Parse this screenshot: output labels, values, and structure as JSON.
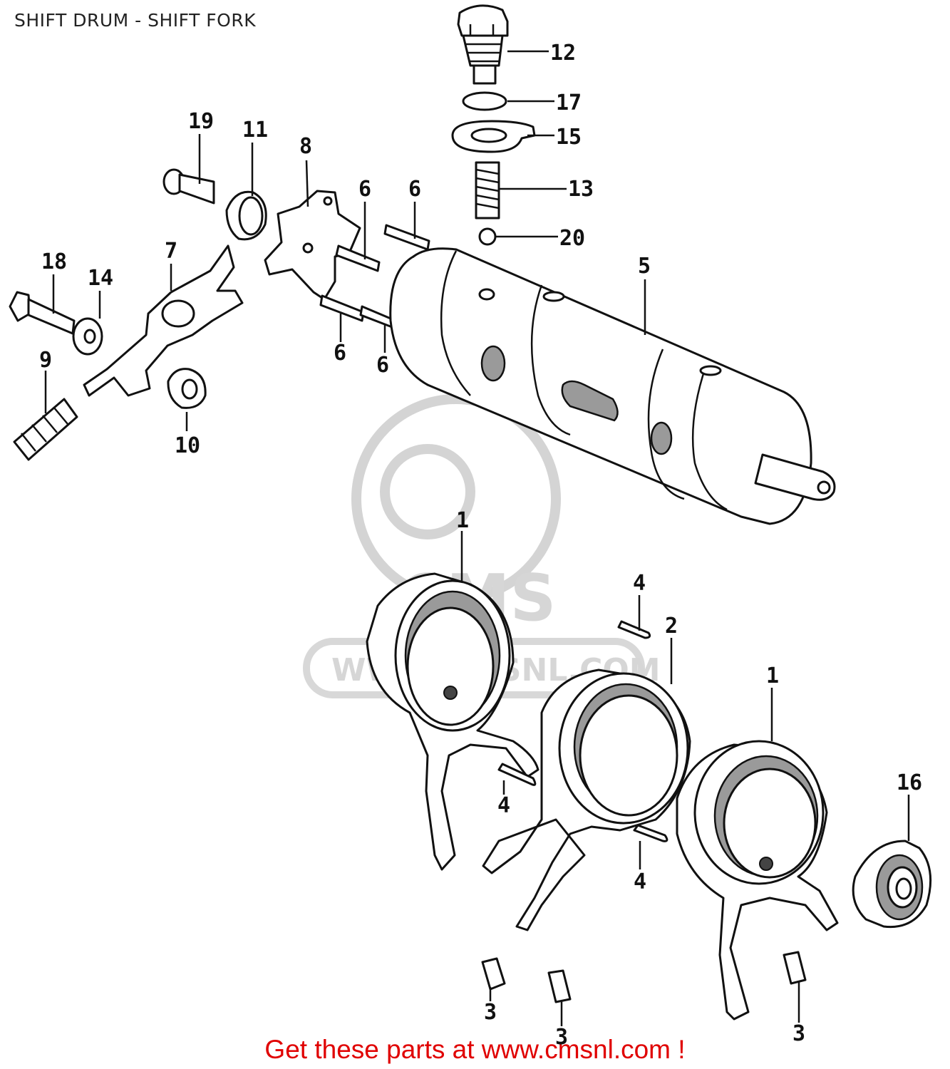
{
  "title": "SHIFT DRUM - SHIFT FORK",
  "callouts": [
    {
      "id": "c1a",
      "label": "1"
    },
    {
      "id": "c1b",
      "label": "1"
    },
    {
      "id": "c2",
      "label": "2"
    },
    {
      "id": "c3a",
      "label": "3"
    },
    {
      "id": "c3b",
      "label": "3"
    },
    {
      "id": "c3c",
      "label": "3"
    },
    {
      "id": "c4a",
      "label": "4"
    },
    {
      "id": "c4b",
      "label": "4"
    },
    {
      "id": "c4c",
      "label": "4"
    },
    {
      "id": "c5",
      "label": "5"
    },
    {
      "id": "c6a",
      "label": "6"
    },
    {
      "id": "c6b",
      "label": "6"
    },
    {
      "id": "c6c",
      "label": "6"
    },
    {
      "id": "c6d",
      "label": "6"
    },
    {
      "id": "c7",
      "label": "7"
    },
    {
      "id": "c8",
      "label": "8"
    },
    {
      "id": "c9",
      "label": "9"
    },
    {
      "id": "c10",
      "label": "10"
    },
    {
      "id": "c11",
      "label": "11"
    },
    {
      "id": "c12",
      "label": "12"
    },
    {
      "id": "c13",
      "label": "13"
    },
    {
      "id": "c14",
      "label": "14"
    },
    {
      "id": "c15",
      "label": "15"
    },
    {
      "id": "c16",
      "label": "16"
    },
    {
      "id": "c17",
      "label": "17"
    },
    {
      "id": "c18",
      "label": "18"
    },
    {
      "id": "c19",
      "label": "19"
    },
    {
      "id": "c20",
      "label": "20"
    }
  ],
  "watermark": {
    "logo_text": "CMS",
    "url_text": "WWW.CMSNL.COM"
  },
  "footer": "Get these parts at www.cmsnl.com !",
  "colors": {
    "footer": "#e00000",
    "ink": "#111111",
    "watermark": "#d4d4d4"
  }
}
